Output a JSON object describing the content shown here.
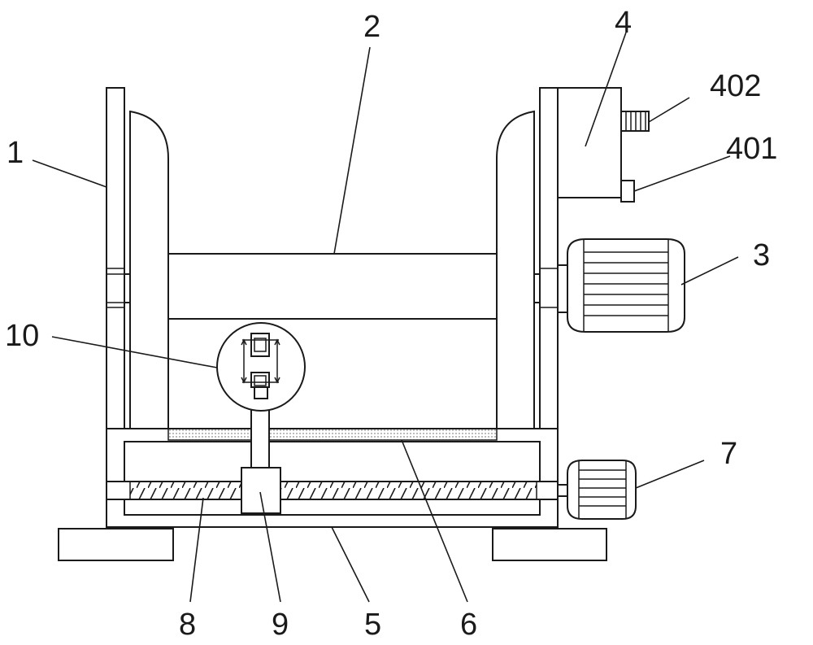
{
  "diagram": {
    "labels": {
      "frame": "1",
      "roller": "2",
      "motor_right": "3",
      "gearbox": "4",
      "gearbox_port": "401",
      "gearbox_shaft": "402",
      "base": "5",
      "rail_strip": "6",
      "motor_bottom": "7",
      "lead_screw": "8",
      "slider": "9",
      "detail_circle": "10"
    },
    "colors": {
      "stroke": "#1a1a1a",
      "background": "#ffffff",
      "strip_fill": "#ececec"
    }
  }
}
